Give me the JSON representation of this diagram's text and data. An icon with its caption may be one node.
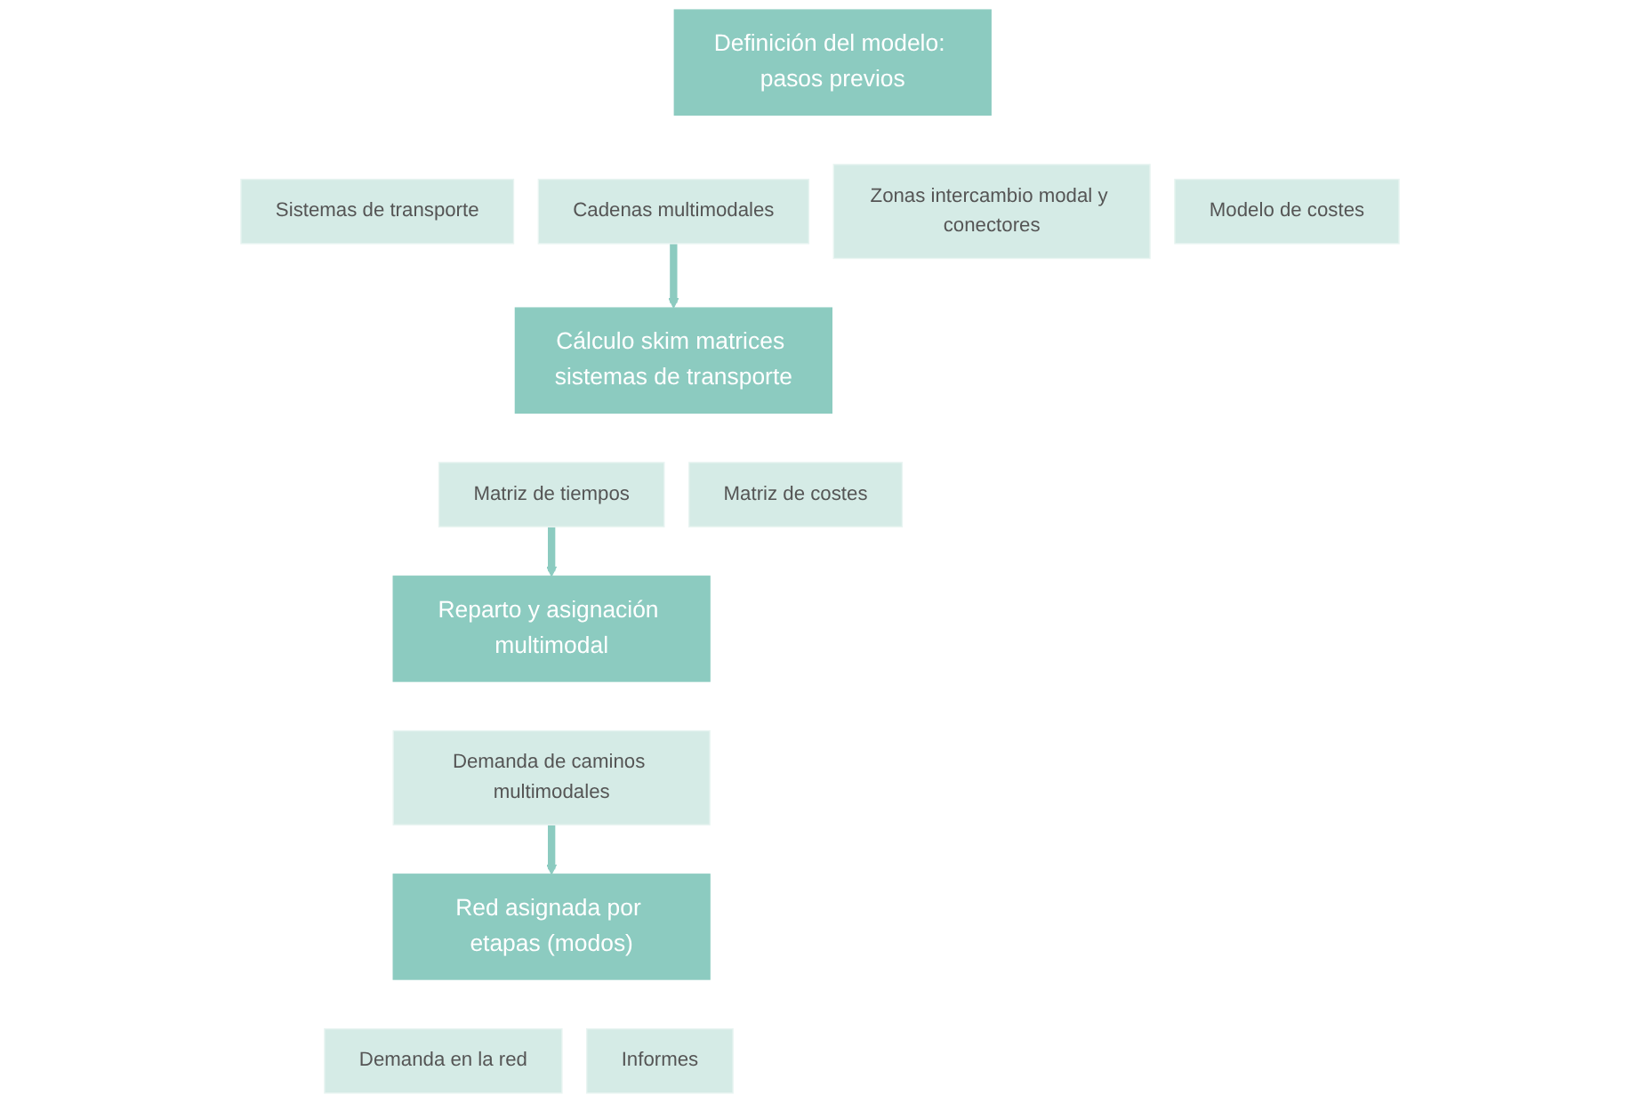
{
  "diagram": {
    "nodes": [
      {
        "text": [
          "Definición del modelo: pasos previos"
        ]
      },
      {
        "text": [
          "Sistemas de transporte"
        ]
      },
      {
        "text": [
          "Cadenas multimodales"
        ]
      },
      {
        "text": [
          "Zonas intercambio modal y conectores"
        ]
      },
      {
        "text": [
          "Modelo de costes"
        ]
      },
      {
        "text": [
          "Cálculo skim matrices sistemas de transporte"
        ]
      },
      {
        "text": [
          "Matriz de tiempos"
        ]
      },
      {
        "text": [
          "Matriz de costes"
        ]
      },
      {
        "text": [
          "Reparto y asignación multimodal"
        ]
      },
      {
        "text": [
          "Demanda de caminos multimodales"
        ]
      },
      {
        "text": [
          "Red asignada por etapas (modos)"
        ]
      },
      {
        "text": [
          "Demanda en la red"
        ]
      },
      {
        "text": [
          "Informes"
        ]
      }
    ],
    "edges": [
      {
        "from": 2,
        "to": 5,
        "arrow": "to"
      },
      {
        "from": 6,
        "to": 8,
        "arrow": "to"
      },
      {
        "from": 9,
        "to": 10,
        "arrow": "to"
      }
    ]
  }
}
